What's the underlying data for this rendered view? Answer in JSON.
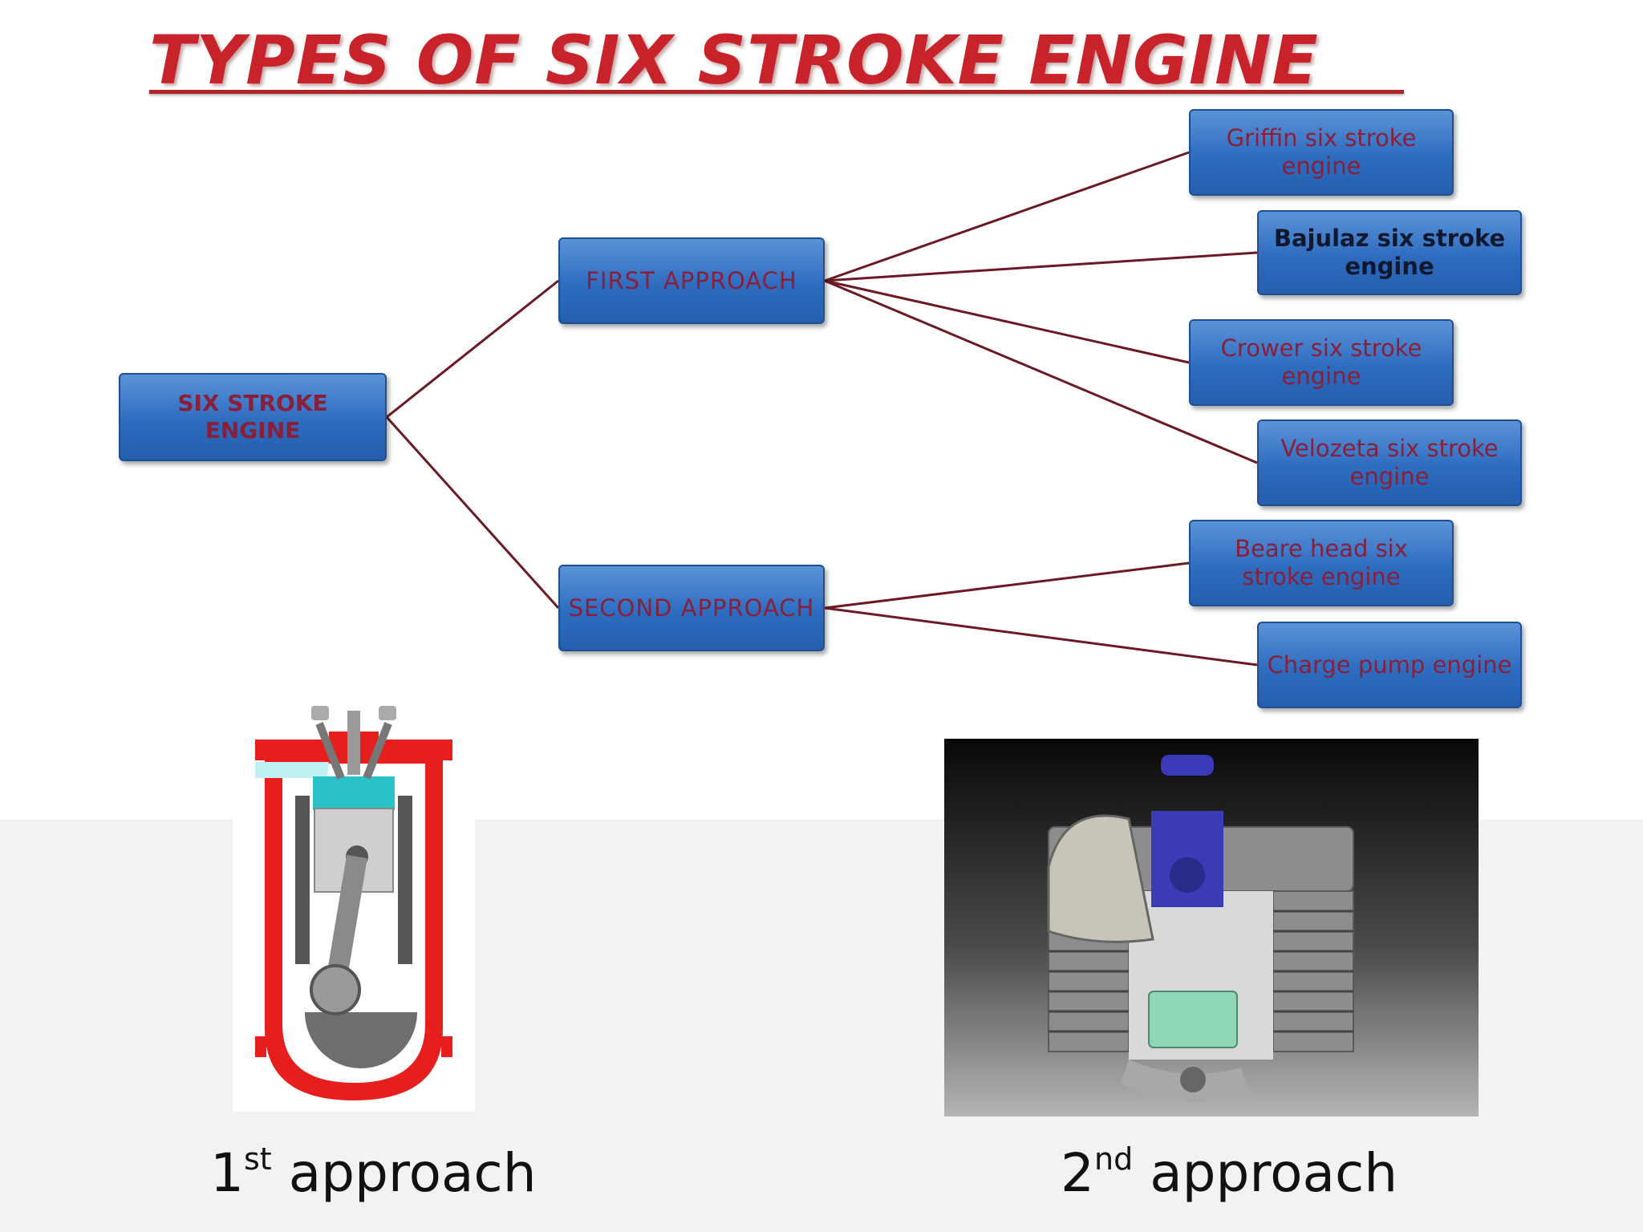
{
  "title": "TYPES OF SIX STROKE ENGINE",
  "diagram": {
    "root": "SIX STROKE ENGINE",
    "first_approach": {
      "label": "FIRST APPROACH",
      "children": [
        "Griffin six stroke engine",
        "Bajulaz six stroke engine",
        "Crower six stroke engine",
        "Velozeta six stroke engine"
      ]
    },
    "second_approach": {
      "label": "SECOND APPROACH",
      "children": [
        "Beare head six stroke engine",
        "Charge pump engine"
      ]
    }
  },
  "captions": {
    "first": {
      "number": "1",
      "suffix": "st",
      "text": "approach"
    },
    "second": {
      "number": "2",
      "suffix": "nd",
      "text": "approach"
    }
  },
  "colors": {
    "title": "#c8232a",
    "node_fill": "#2e6cbf",
    "node_text": "#8a1f3a",
    "connector": "#6b1a24",
    "engine_red": "#e61e1e",
    "chamber_cyan": "#28c2c8"
  }
}
